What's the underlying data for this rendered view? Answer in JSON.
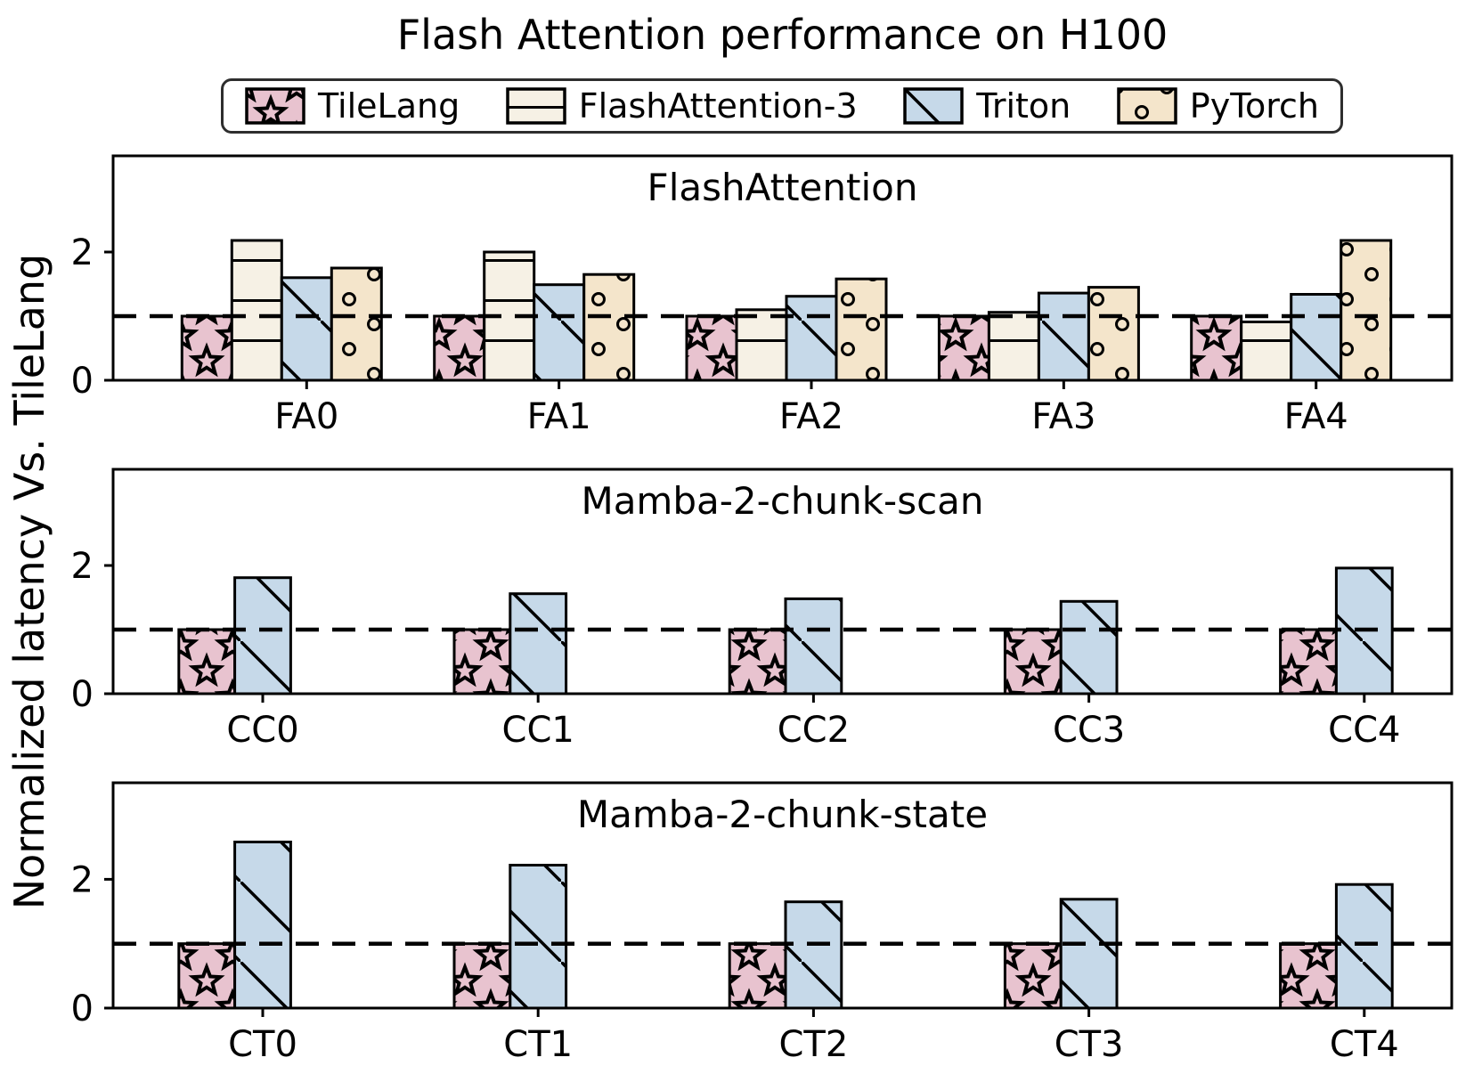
{
  "title": "Flash Attention performance on H100",
  "ylabel": "Normalized latency Vs. TileLang",
  "colors": {
    "tilelang_fill": "#e8c3cf",
    "flashattention3_fill": "#f6f1e5",
    "triton_fill": "#c6d9e9",
    "pytorch_fill": "#f4e5cb",
    "edge": "#000000",
    "baseline": "#000000"
  },
  "legend": [
    {
      "label": "TileLang",
      "pattern": "star",
      "swatch_icon": "star-hatch-swatch-icon"
    },
    {
      "label": "FlashAttention-3",
      "pattern": "hlines",
      "swatch_icon": "hline-hatch-swatch-icon"
    },
    {
      "label": "Triton",
      "pattern": "diagonal",
      "swatch_icon": "diagonal-hatch-swatch-icon"
    },
    {
      "label": "PyTorch",
      "pattern": "dots",
      "swatch_icon": "dot-hatch-swatch-icon"
    }
  ],
  "baseline": {
    "value": 1.0,
    "style": "dashed"
  },
  "chart_data": [
    {
      "type": "bar",
      "title": "FlashAttention",
      "categories": [
        "FA0",
        "FA1",
        "FA2",
        "FA3",
        "FA4"
      ],
      "ylim": [
        0,
        3.5
      ],
      "yticks": [
        0,
        2
      ],
      "grid": false,
      "series": [
        {
          "name": "TileLang",
          "values": [
            1.0,
            1.0,
            1.0,
            1.0,
            1.0
          ]
        },
        {
          "name": "FlashAttention-3",
          "values": [
            2.18,
            2.0,
            1.1,
            1.06,
            0.91
          ]
        },
        {
          "name": "Triton",
          "values": [
            1.6,
            1.49,
            1.31,
            1.36,
            1.34
          ]
        },
        {
          "name": "PyTorch",
          "values": [
            1.75,
            1.65,
            1.58,
            1.45,
            2.18
          ]
        }
      ]
    },
    {
      "type": "bar",
      "title": "Mamba-2-chunk-scan",
      "categories": [
        "CC0",
        "CC1",
        "CC2",
        "CC3",
        "CC4"
      ],
      "ylim": [
        0,
        3.5
      ],
      "yticks": [
        0,
        2
      ],
      "grid": false,
      "series": [
        {
          "name": "TileLang",
          "values": [
            1.0,
            1.0,
            1.0,
            1.0,
            1.0
          ]
        },
        {
          "name": "Triton",
          "values": [
            1.81,
            1.56,
            1.48,
            1.44,
            1.96
          ]
        }
      ]
    },
    {
      "type": "bar",
      "title": "Mamba-2-chunk-state",
      "categories": [
        "CT0",
        "CT1",
        "CT2",
        "CT3",
        "CT4"
      ],
      "ylim": [
        0,
        3.5
      ],
      "yticks": [
        0,
        2
      ],
      "grid": false,
      "series": [
        {
          "name": "TileLang",
          "values": [
            1.0,
            1.0,
            1.0,
            1.0,
            1.0
          ]
        },
        {
          "name": "Triton",
          "values": [
            2.58,
            2.22,
            1.65,
            1.69,
            1.92
          ]
        }
      ]
    }
  ]
}
